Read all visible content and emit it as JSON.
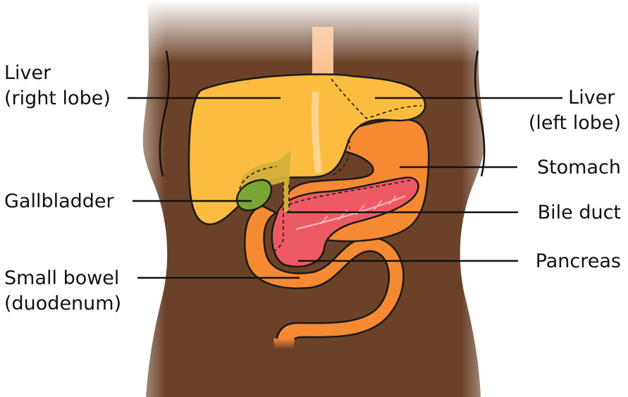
{
  "colors": {
    "skin": "#6b4128",
    "skin_fade": "#ffffff",
    "liver": "#fbbc3f",
    "stomach": "#f58a32",
    "pancreas": "#ee5a64",
    "gallbladder": "#78a632",
    "bile_duct": "#d3b03a",
    "esophagus": "#f7a35c"
  },
  "labels": {
    "liver_right": [
      "Liver",
      "(right lobe)"
    ],
    "liver_left": [
      "Liver",
      "(left lobe)"
    ],
    "stomach": "Stomach",
    "gallbladder": "Gallbladder",
    "bile_duct": "Bile duct",
    "pancreas": "Pancreas",
    "small_bowel": [
      "Small bowel",
      "(duodenum)"
    ]
  }
}
